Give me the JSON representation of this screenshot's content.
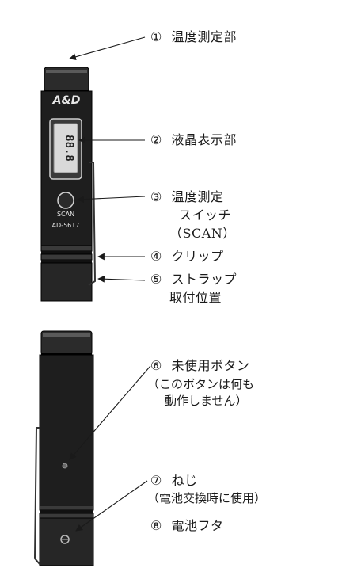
{
  "device": {
    "brand": "A&D",
    "model": "AD-5617",
    "scan_key": "SCAN"
  },
  "labels": [
    {
      "num": "①",
      "lines": [
        "温度測定部"
      ]
    },
    {
      "num": "②",
      "lines": [
        "液晶表示部"
      ]
    },
    {
      "num": "③",
      "lines": [
        "温度測定",
        "スイッチ",
        "（SCAN）"
      ]
    },
    {
      "num": "④",
      "lines": [
        "クリップ"
      ]
    },
    {
      "num": "⑤",
      "lines": [
        "ストラップ",
        "取付位置"
      ]
    },
    {
      "num": "⑥",
      "lines": [
        "未使用ボタン",
        "（このボタンは何も",
        "動作しません）"
      ]
    },
    {
      "num": "⑦",
      "lines": [
        "ねじ",
        "（電池交換時に使用）"
      ]
    },
    {
      "num": "⑧",
      "lines": [
        "電池フタ"
      ]
    }
  ]
}
